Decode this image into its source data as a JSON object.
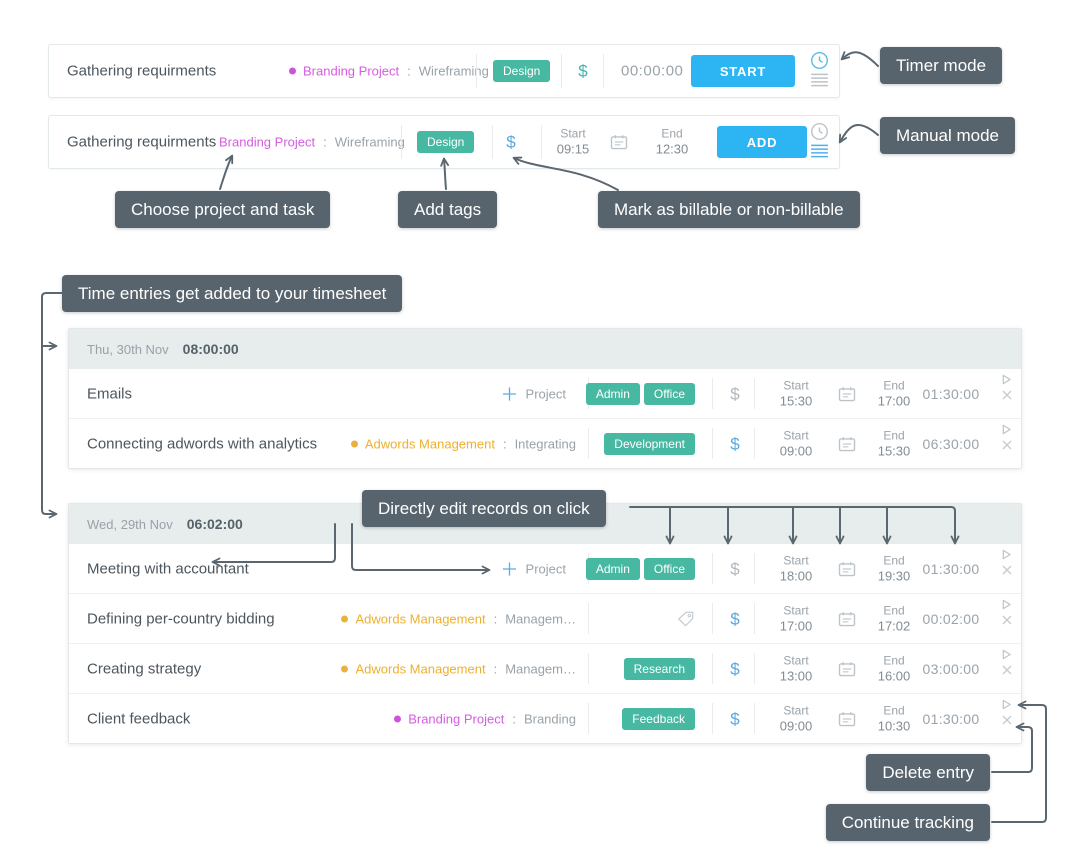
{
  "colors": {
    "accent_blue": "#2cb5f2",
    "tag_teal": "#47b8a2",
    "callout_slate": "#57646d",
    "project_magenta": "#d65ce0",
    "project_amber": "#eeb02f",
    "billable_blue": "#5aa7dd",
    "nonbillable_gray": "#b0b8be"
  },
  "labels": {
    "start": "Start",
    "end": "End",
    "project": "Project",
    "billable_symbol": "$"
  },
  "timer_bar": {
    "task": "Gathering requirments",
    "project": "Branding Project",
    "separator": ":",
    "subtask": "Wireframing",
    "tag": "Design",
    "timer": "00:00:00",
    "button": "START"
  },
  "manual_bar": {
    "task": "Gathering requirments",
    "project": "Branding Project",
    "separator": ":",
    "subtask": "Wireframing",
    "tag": "Design",
    "start_value": "09:15",
    "end_value": "12:30",
    "button": "ADD"
  },
  "callouts": {
    "timer_mode": "Timer mode",
    "manual_mode": "Manual mode",
    "choose_project": "Choose project and task",
    "add_tags": "Add tags",
    "billable": "Mark as billable or non-billable",
    "timesheet": "Time entries get added to your timesheet",
    "edit_records": "Directly edit records on click",
    "delete_entry": "Delete entry",
    "continue_tracking": "Continue tracking"
  },
  "groups": [
    {
      "date": "Thu, 30th Nov",
      "total": "08:00:00",
      "entries": [
        {
          "title": "Emails",
          "tags": [
            "Admin",
            "Office"
          ],
          "billable": false,
          "start": "15:30",
          "end": "17:00",
          "duration": "01:30:00"
        },
        {
          "title": "Connecting adwords with analytics",
          "project": "Adwords Management",
          "separator": ":",
          "subtask": "Integrating",
          "tags": [
            "Development"
          ],
          "billable": true,
          "start": "09:00",
          "end": "15:30",
          "duration": "06:30:00"
        }
      ]
    },
    {
      "date": "Wed, 29th Nov",
      "total": "06:02:00",
      "entries": [
        {
          "title": "Meeting with accountant",
          "tags": [
            "Admin",
            "Office"
          ],
          "billable": false,
          "start": "18:00",
          "end": "19:30",
          "duration": "01:30:00"
        },
        {
          "title": "Defining per-country bidding",
          "project": "Adwords Management",
          "separator": ":",
          "subtask": "Managem…",
          "tags": [],
          "billable": true,
          "start": "17:00",
          "end": "17:02",
          "duration": "00:02:00"
        },
        {
          "title": "Creating strategy",
          "project": "Adwords Management",
          "separator": ":",
          "subtask": "Managem…",
          "tags": [
            "Research"
          ],
          "billable": true,
          "start": "13:00",
          "end": "16:00",
          "duration": "03:00:00"
        },
        {
          "title": "Client feedback",
          "project": "Branding Project",
          "separator": ":",
          "subtask": "Branding",
          "tags": [
            "Feedback"
          ],
          "billable": true,
          "start": "09:00",
          "end": "10:30",
          "duration": "01:30:00"
        }
      ]
    }
  ]
}
